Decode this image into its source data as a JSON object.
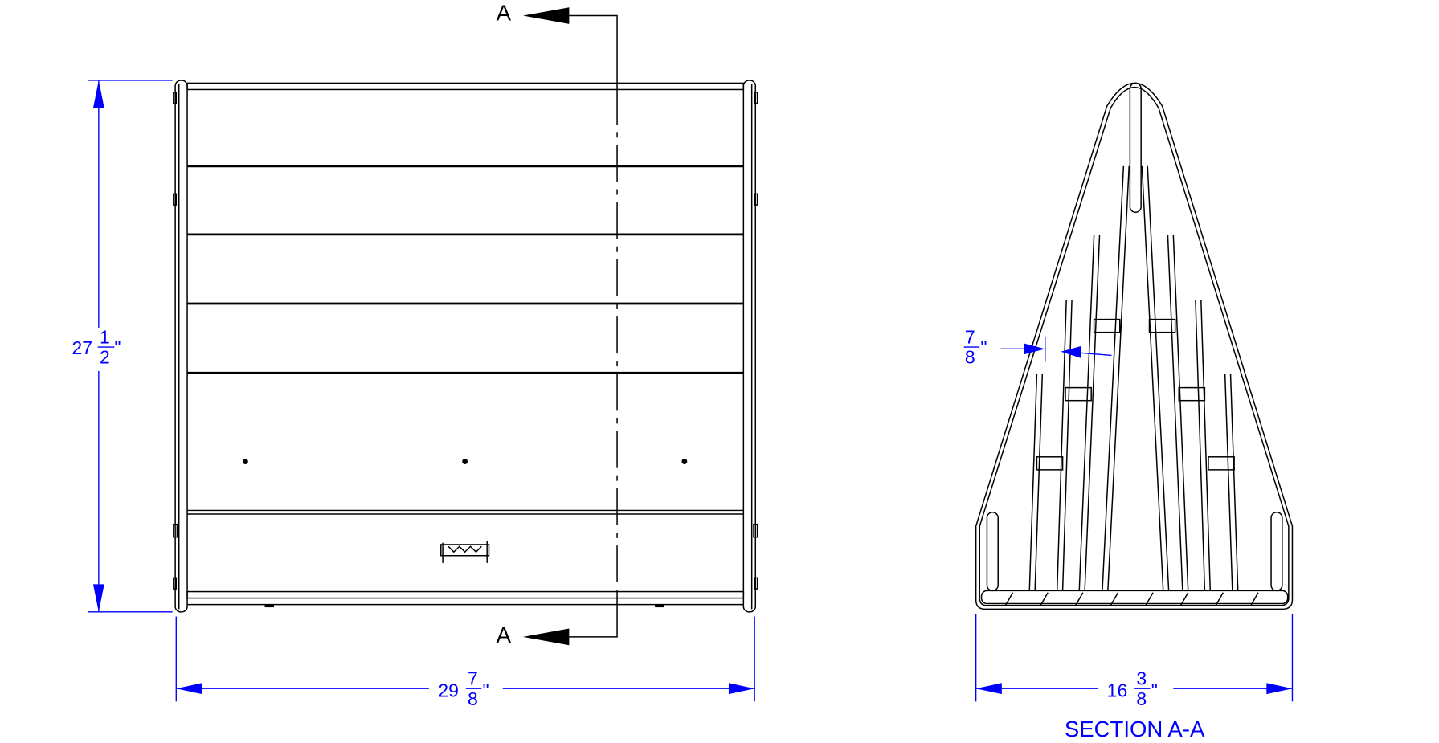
{
  "drawing": {
    "section_marker_top": "A",
    "section_marker_bottom": "A",
    "front_view": {
      "height_dim": {
        "whole": "27",
        "num": "1",
        "den": "2",
        "unit": "\""
      },
      "width_dim": {
        "whole": "29",
        "num": "7",
        "den": "8",
        "unit": "\""
      }
    },
    "section_view": {
      "title": "SECTION A-A",
      "width_dim": {
        "whole": "16",
        "num": "3",
        "den": "8",
        "unit": "\""
      },
      "spacing_dim": {
        "num": "7",
        "den": "8",
        "unit": "\""
      }
    },
    "colors": {
      "dimension": "#0000ff",
      "geometry": "#000000"
    }
  }
}
